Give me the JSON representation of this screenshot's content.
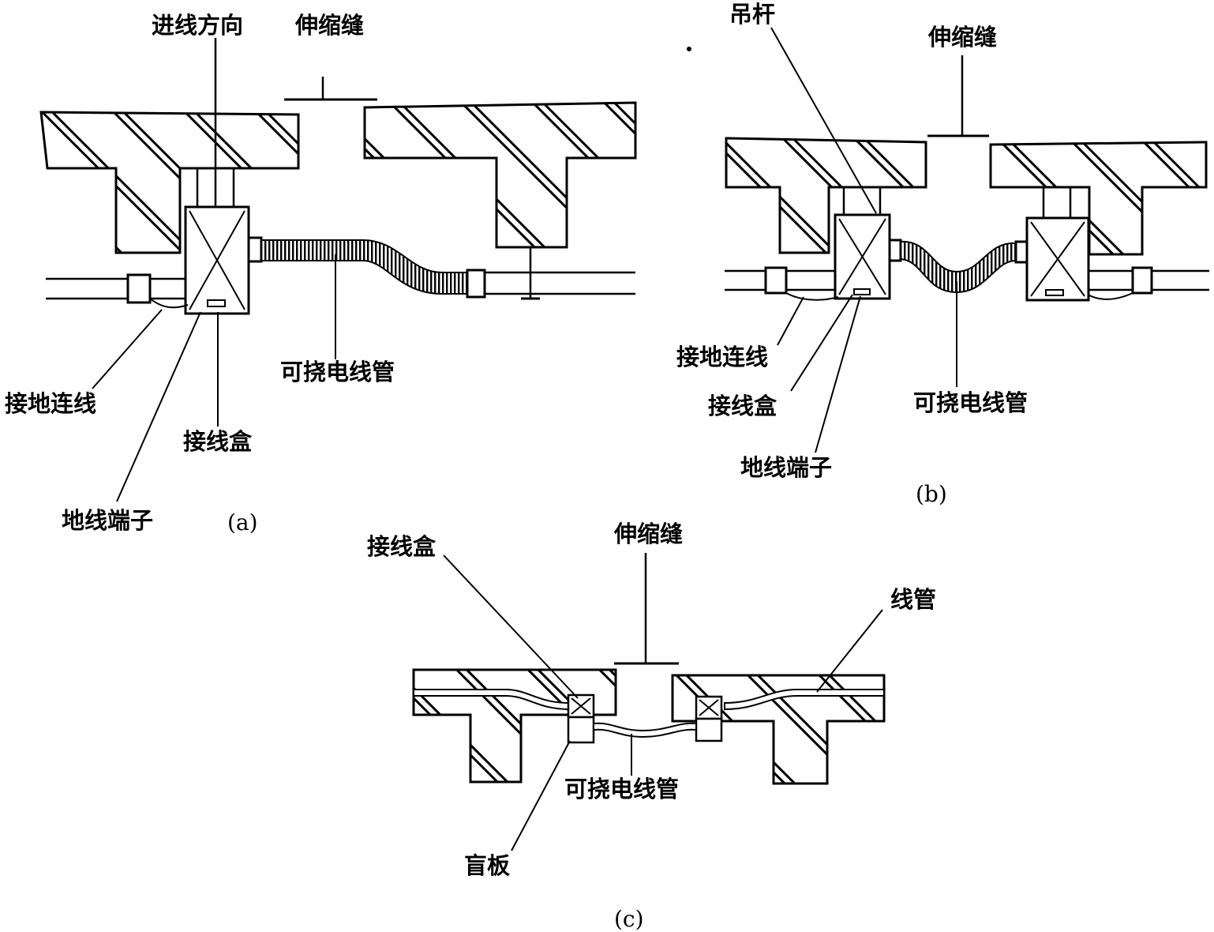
{
  "panel_a": {
    "caption": "(a)",
    "labels": {
      "feed_direction": "进线方向",
      "expansion_joint": "伸缩缝",
      "flexible_conduit": "可挠电线管",
      "ground_wire": "接地连线",
      "junction_box": "接线盒",
      "ground_terminal": "地线端子"
    }
  },
  "panel_b": {
    "caption": "(b)",
    "labels": {
      "hanger_rod": "吊杆",
      "expansion_joint": "伸缩缝",
      "ground_wire": "接地连线",
      "junction_box": "接线盒",
      "flexible_conduit": "可挠电线管",
      "ground_terminal": "地线端子"
    }
  },
  "panel_c": {
    "caption": "(c)",
    "labels": {
      "junction_box": "接线盒",
      "expansion_joint": "伸缩缝",
      "conduit": "线管",
      "flexible_conduit": "可挠电线管",
      "blind_plate": "盲板"
    }
  },
  "colors": {
    "ink": "#000000",
    "paper": "#ffffff"
  }
}
